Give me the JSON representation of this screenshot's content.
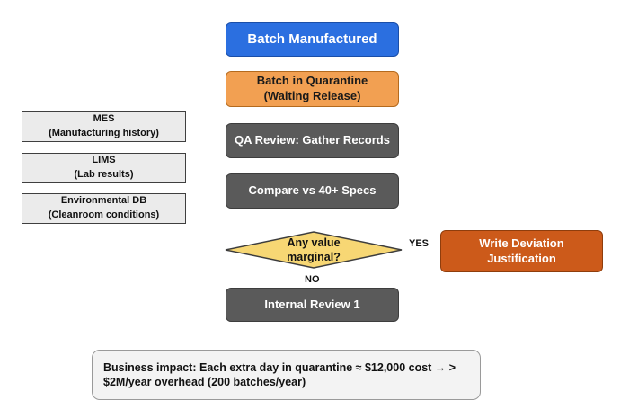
{
  "nodes": {
    "batch_manufactured": "Batch Manufactured",
    "batch_in_quarantine": {
      "line1": "Batch in Quarantine",
      "line2": "(Waiting Release)"
    },
    "qa_review": "QA Review: Gather Records",
    "compare_specs": "Compare vs 40+ Specs",
    "decision": {
      "line1": "Any value",
      "line2": "marginal?"
    },
    "internal_review": "Internal Review 1",
    "write_deviation": {
      "line1": "Write Deviation",
      "line2": "Justification"
    }
  },
  "sources": [
    {
      "name": "MES",
      "detail": "(Manufacturing history)"
    },
    {
      "name": "LIMS",
      "detail": "(Lab results)"
    },
    {
      "name": "Environmental DB",
      "detail": "(Cleanroom conditions)"
    }
  ],
  "edge_labels": {
    "yes": "YES",
    "no": "NO"
  },
  "callout": {
    "text": "Business impact: Each extra day in quarantine ≈ $12,000 cost → > $2M/year overhead (200 batches/year)"
  },
  "colors": {
    "primary_blue": "#2b6fe0",
    "quarantine_orange": "#f2a052",
    "process_gray": "#5a5a5a",
    "decision_yellow": "#f7d774",
    "deviation_orange": "#cc5a1a",
    "source_gray": "#ebebeb"
  }
}
